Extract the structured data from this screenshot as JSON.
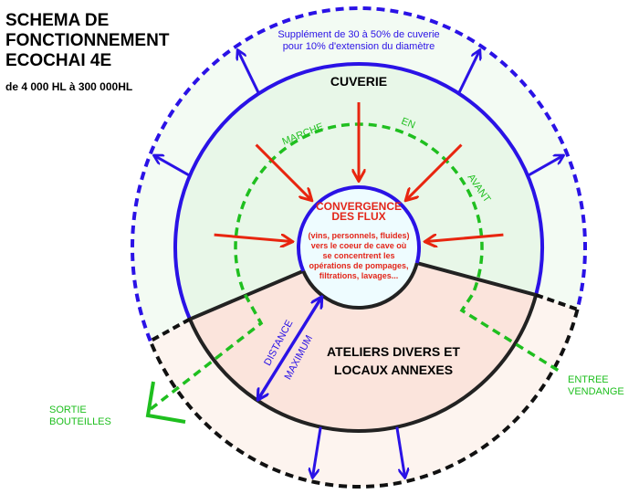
{
  "title": {
    "line1": "SCHEMA DE",
    "line2": "FONCTIONNEMENT",
    "line3": "ECOCHAI 4E"
  },
  "subtitle": "de 4 000 HL à 300 000HL",
  "extension_note": {
    "line1": "Supplément de 30 à 50% de cuverie",
    "line2": "pour 10% d'extension du diamètre"
  },
  "cuverie_label": "CUVERIE",
  "marche": {
    "w1": "MARCHE",
    "w2": "EN",
    "w3": "AVANT"
  },
  "center": {
    "title1": "CONVERGENCE",
    "title2": "DES FLUX",
    "lines": [
      "(vins, personnels, fluides)",
      "vers le coeur de cave où",
      "se concentrent les",
      "opérations de pompages,",
      "filtrations, lavages..."
    ]
  },
  "ateliers": {
    "line1": "ATELIERS DIVERS ET",
    "line2": "LOCAUX ANNEXES"
  },
  "distance": {
    "w1": "DISTANCE",
    "w2": "MAXIMUM"
  },
  "sortie": {
    "line1": "SORTIE",
    "line2": "BOUTEILLES"
  },
  "entree": {
    "line1": "ENTREE",
    "line2": "VENDANGE"
  },
  "colors": {
    "blue": "#2a12e6",
    "red": "#e8250f",
    "green": "#1fbf1f",
    "black": "#222222",
    "center_text": "#e3261a"
  }
}
